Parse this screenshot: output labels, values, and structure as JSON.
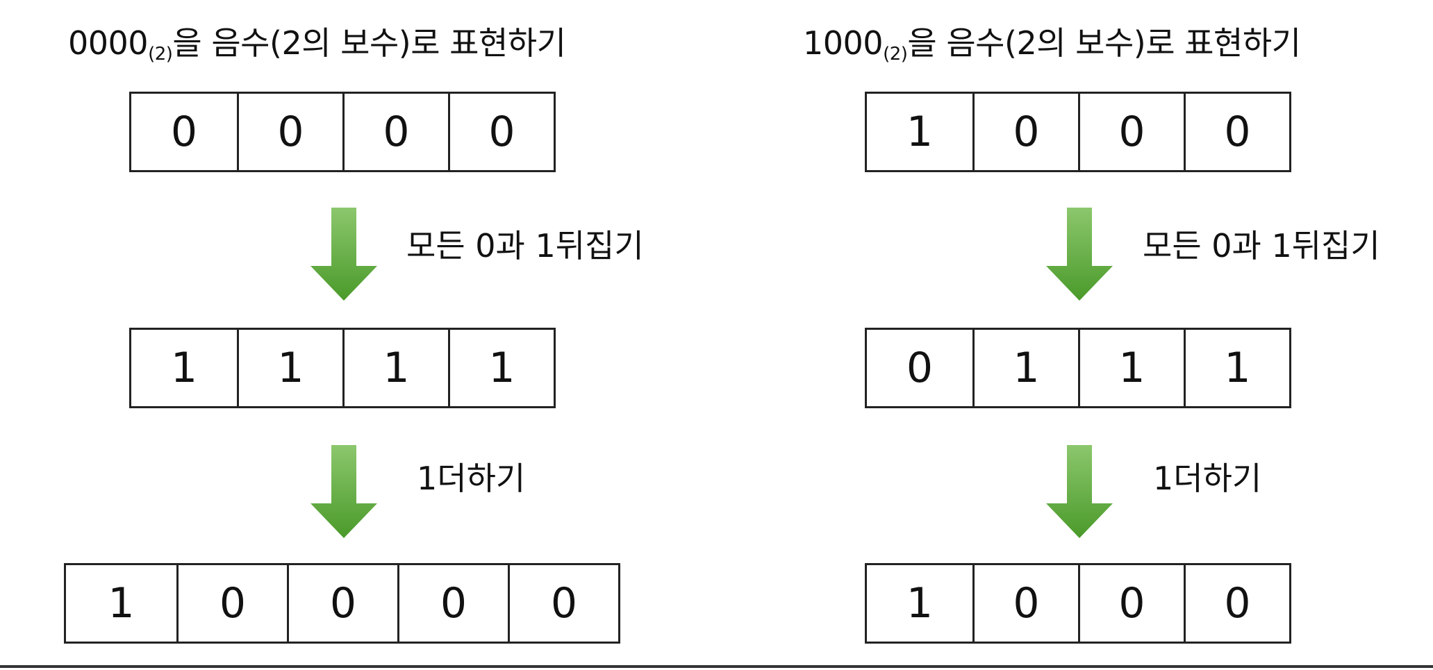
{
  "left": {
    "title_prefix": "0000",
    "title_base": "(2)",
    "title_suffix": "을 음수(2의 보수)로 표현하기",
    "original_bits": [
      "0",
      "0",
      "0",
      "0"
    ],
    "step1_label": "모든 0과 1뒤집기",
    "inverted_bits": [
      "1",
      "1",
      "1",
      "1"
    ],
    "step2_label": "1더하기",
    "result_bits": [
      "1",
      "0",
      "0",
      "0",
      "0"
    ]
  },
  "right": {
    "title_prefix": "1000",
    "title_base": "(2)",
    "title_suffix": "을 음수(2의 보수)로 표현하기",
    "original_bits": [
      "1",
      "0",
      "0",
      "0"
    ],
    "step1_label": "모든 0과 1뒤집기",
    "inverted_bits": [
      "0",
      "1",
      "1",
      "1"
    ],
    "step2_label": "1더하기",
    "result_bits": [
      "1",
      "0",
      "0",
      "0"
    ]
  },
  "colors": {
    "arrow_top": "#8cc76d",
    "arrow_bottom": "#4a9a2a",
    "border": "#222222"
  }
}
